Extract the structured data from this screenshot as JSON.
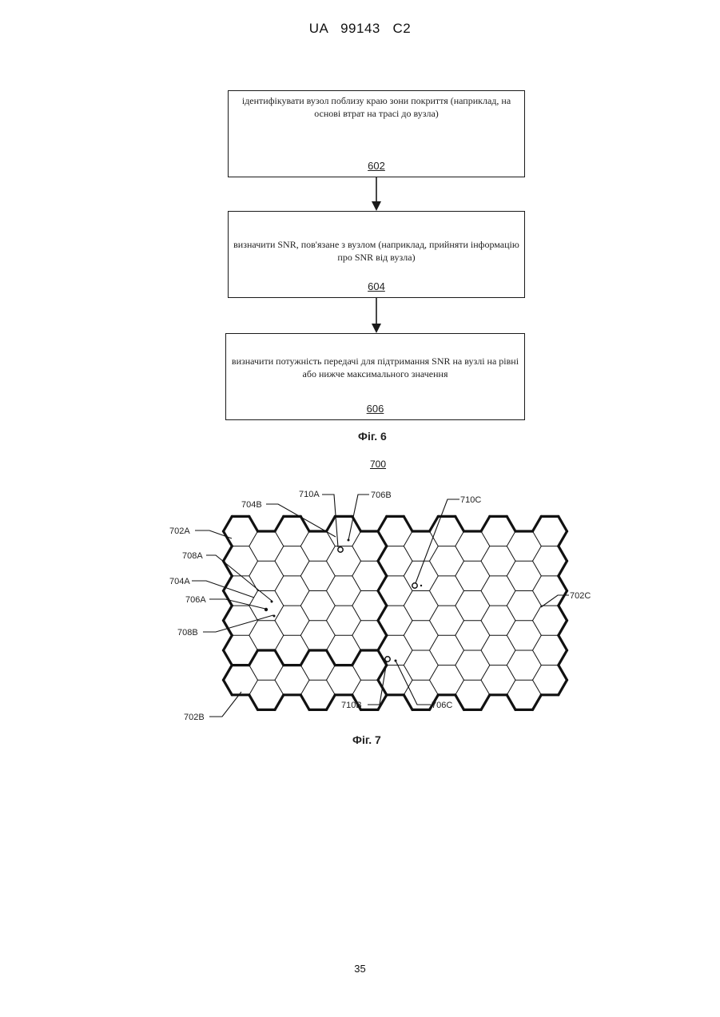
{
  "header": {
    "text": "UA   99143   C2"
  },
  "fig6": {
    "boxes": [
      {
        "text": "ідентифікувати вузол поблизу краю зони покриття (наприклад, на основі втрат на трасі до вузла)",
        "ref": "602"
      },
      {
        "text": "визначити SNR, пов'язане з вузлом (наприклад, прийняти інформацію про SNR від вузла)",
        "ref": "604"
      },
      {
        "text": "визначити потужність передачі для підтримання SNR на вузлі на рівні або нижче максимального значення",
        "ref": "606"
      }
    ],
    "caption": "Фіг. 6"
  },
  "fig7": {
    "ref": "700",
    "caption": "Фіг. 7",
    "labels": {
      "702A": "702A",
      "702B": "702B",
      "702C": "702C",
      "704A": "704A",
      "704B": "704B",
      "706A": "706A",
      "706B": "706B",
      "706C": "706C",
      "708A": "708A",
      "708B": "708B",
      "710A": "710A",
      "710B": "710B",
      "710C": "710C"
    }
  },
  "page_number": "35"
}
